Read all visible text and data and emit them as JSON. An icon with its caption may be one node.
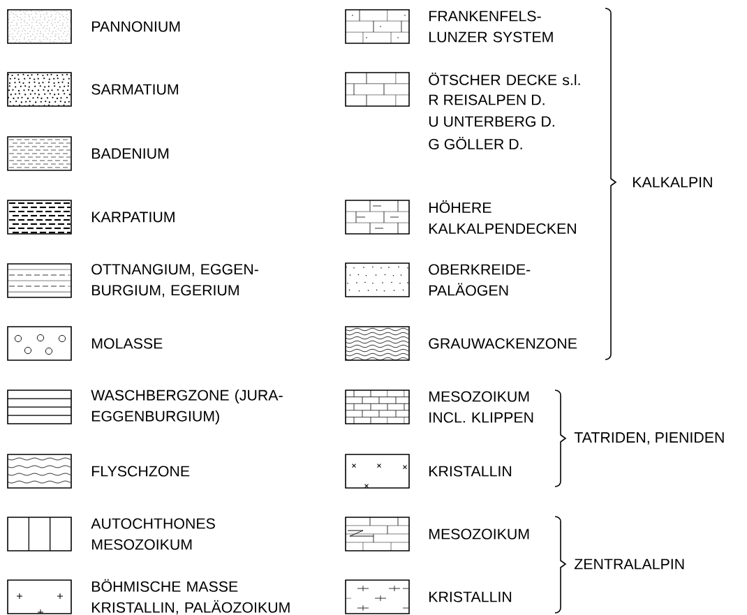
{
  "diagram": {
    "legend": [
      {
        "text": "PANNONIUM"
      },
      {
        "text": "SARMATIUM"
      },
      {
        "text": "BADENIUM"
      },
      {
        "text": "KARPATIUM"
      },
      {
        "text": "OTTNANGIUM, EGGEN- BURGIUM, EGERIUM"
      },
      {
        "text": "MOLASSE"
      },
      {
        "text": "WASCHBERGZONE (JURA-EGGENBURGIUM)"
      },
      {
        "text": "FLYSCHZONE"
      },
      {
        "text": "AUTOCHTHONES MESOZOIKUM"
      },
      {
        "text": "BÖHMISCHE MASSE KRISTALLIN, PALÄOZOIKUM"
      },
      {
        "text": "FRANKENFELS- LUNZER SYSTEM"
      },
      {
        "text": "ÖTSCHER DECKE s.l."
      },
      {
        "text": "HÖHERE KALKALPENDECKEN"
      },
      {
        "text": "OBERKREIDE- PALÄOGEN"
      },
      {
        "text": "GRAUWACKENZONE"
      },
      {
        "text": "MESOZOIKUM INCL. KLIPPEN"
      },
      {
        "text": "KRISTALLIN"
      },
      {
        "text": "MESOZOIKUM"
      },
      {
        "text": "KRISTALLIN"
      }
    ],
    "labels": [
      "R REISALPEN D.",
      "U UNTERBERG D.",
      "G GÖLLER D.",
      "KALKALPIN",
      "TATRIDEN, PIENIDEN",
      "ZENTRALALPIN"
    ]
  }
}
